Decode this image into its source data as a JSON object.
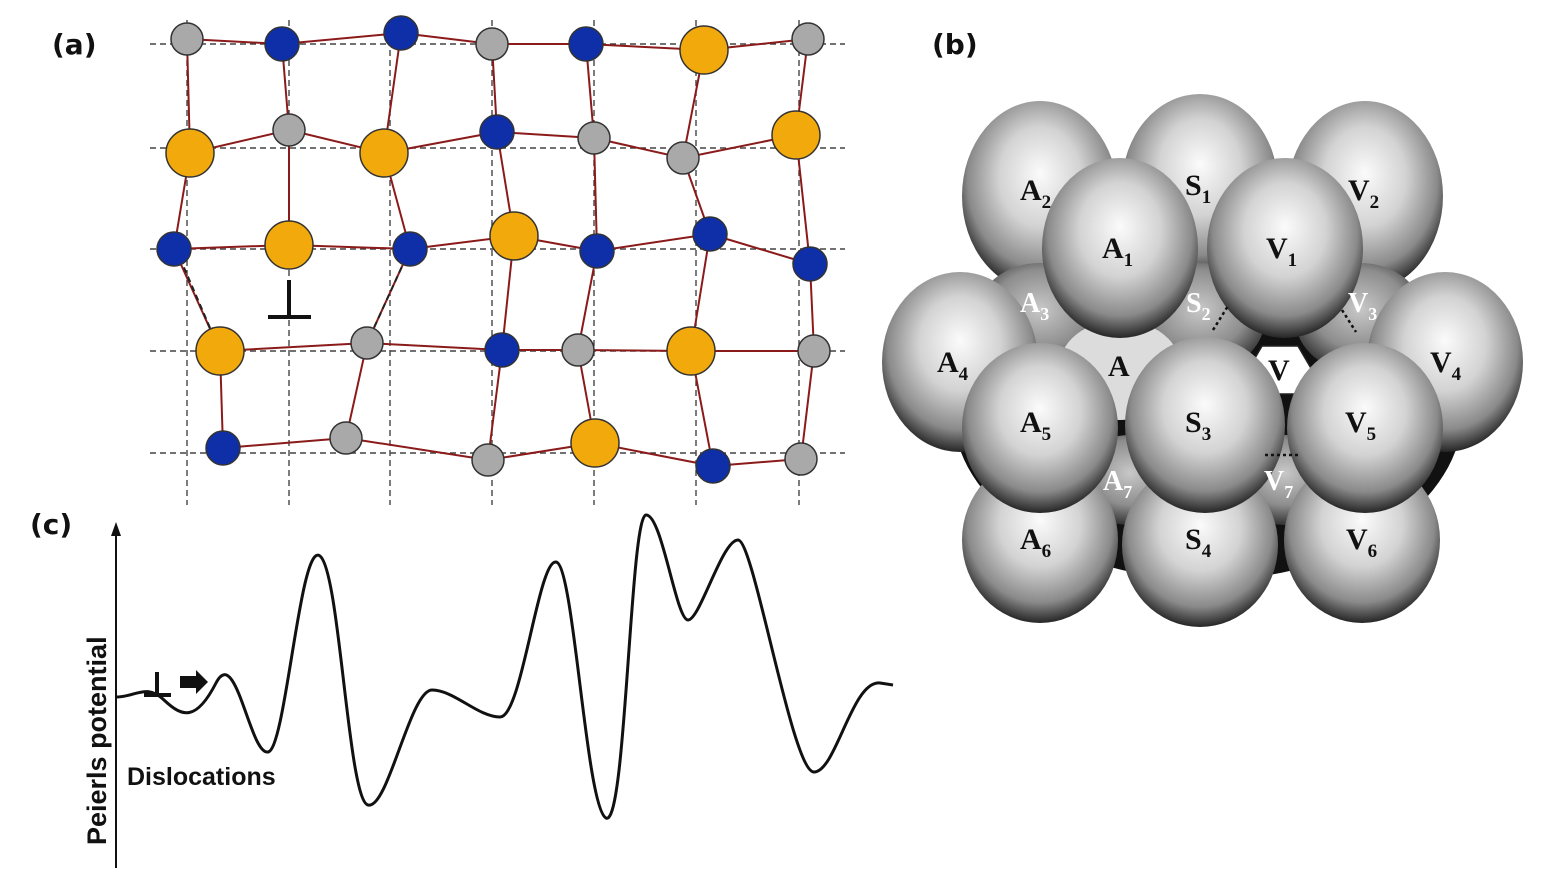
{
  "panels": {
    "a": {
      "label": "(a)"
    },
    "b": {
      "label": "(b)"
    },
    "c": {
      "label": "(c)",
      "ylabel": "Peierls potential",
      "annotation": "Dislocations"
    }
  },
  "colors": {
    "blue_atom": "#0f2fa8",
    "orange_atom": "#f2a90c",
    "gray_atom": "#a9a9a9",
    "bond": "#8b1a1a",
    "grid": "#444444"
  },
  "sites": {
    "back_row": [
      {
        "main": "A",
        "sub": "2"
      },
      {
        "main": "S",
        "sub": "1"
      },
      {
        "main": "V",
        "sub": "2"
      }
    ],
    "top_row": [
      {
        "main": "A",
        "sub": "1"
      },
      {
        "main": "V",
        "sub": "1"
      }
    ],
    "mid_row": [
      {
        "main": "A",
        "sub": "3"
      },
      {
        "main": "S",
        "sub": "2"
      },
      {
        "main": "V",
        "sub": "3"
      }
    ],
    "side": [
      {
        "main": "A",
        "sub": "4"
      },
      {
        "main": "V",
        "sub": "4"
      }
    ],
    "center": [
      {
        "main": "A",
        "sub": ""
      },
      {
        "main": "V",
        "sub": ""
      }
    ],
    "low_row": [
      {
        "main": "A",
        "sub": "5"
      },
      {
        "main": "S",
        "sub": "3"
      },
      {
        "main": "V",
        "sub": "5"
      }
    ],
    "gap_row": [
      {
        "main": "A",
        "sub": "7"
      },
      {
        "main": "V",
        "sub": "7"
      }
    ],
    "bottom_row": [
      {
        "main": "A",
        "sub": "6"
      },
      {
        "main": "S",
        "sub": "4"
      },
      {
        "main": "V",
        "sub": "6"
      }
    ]
  }
}
